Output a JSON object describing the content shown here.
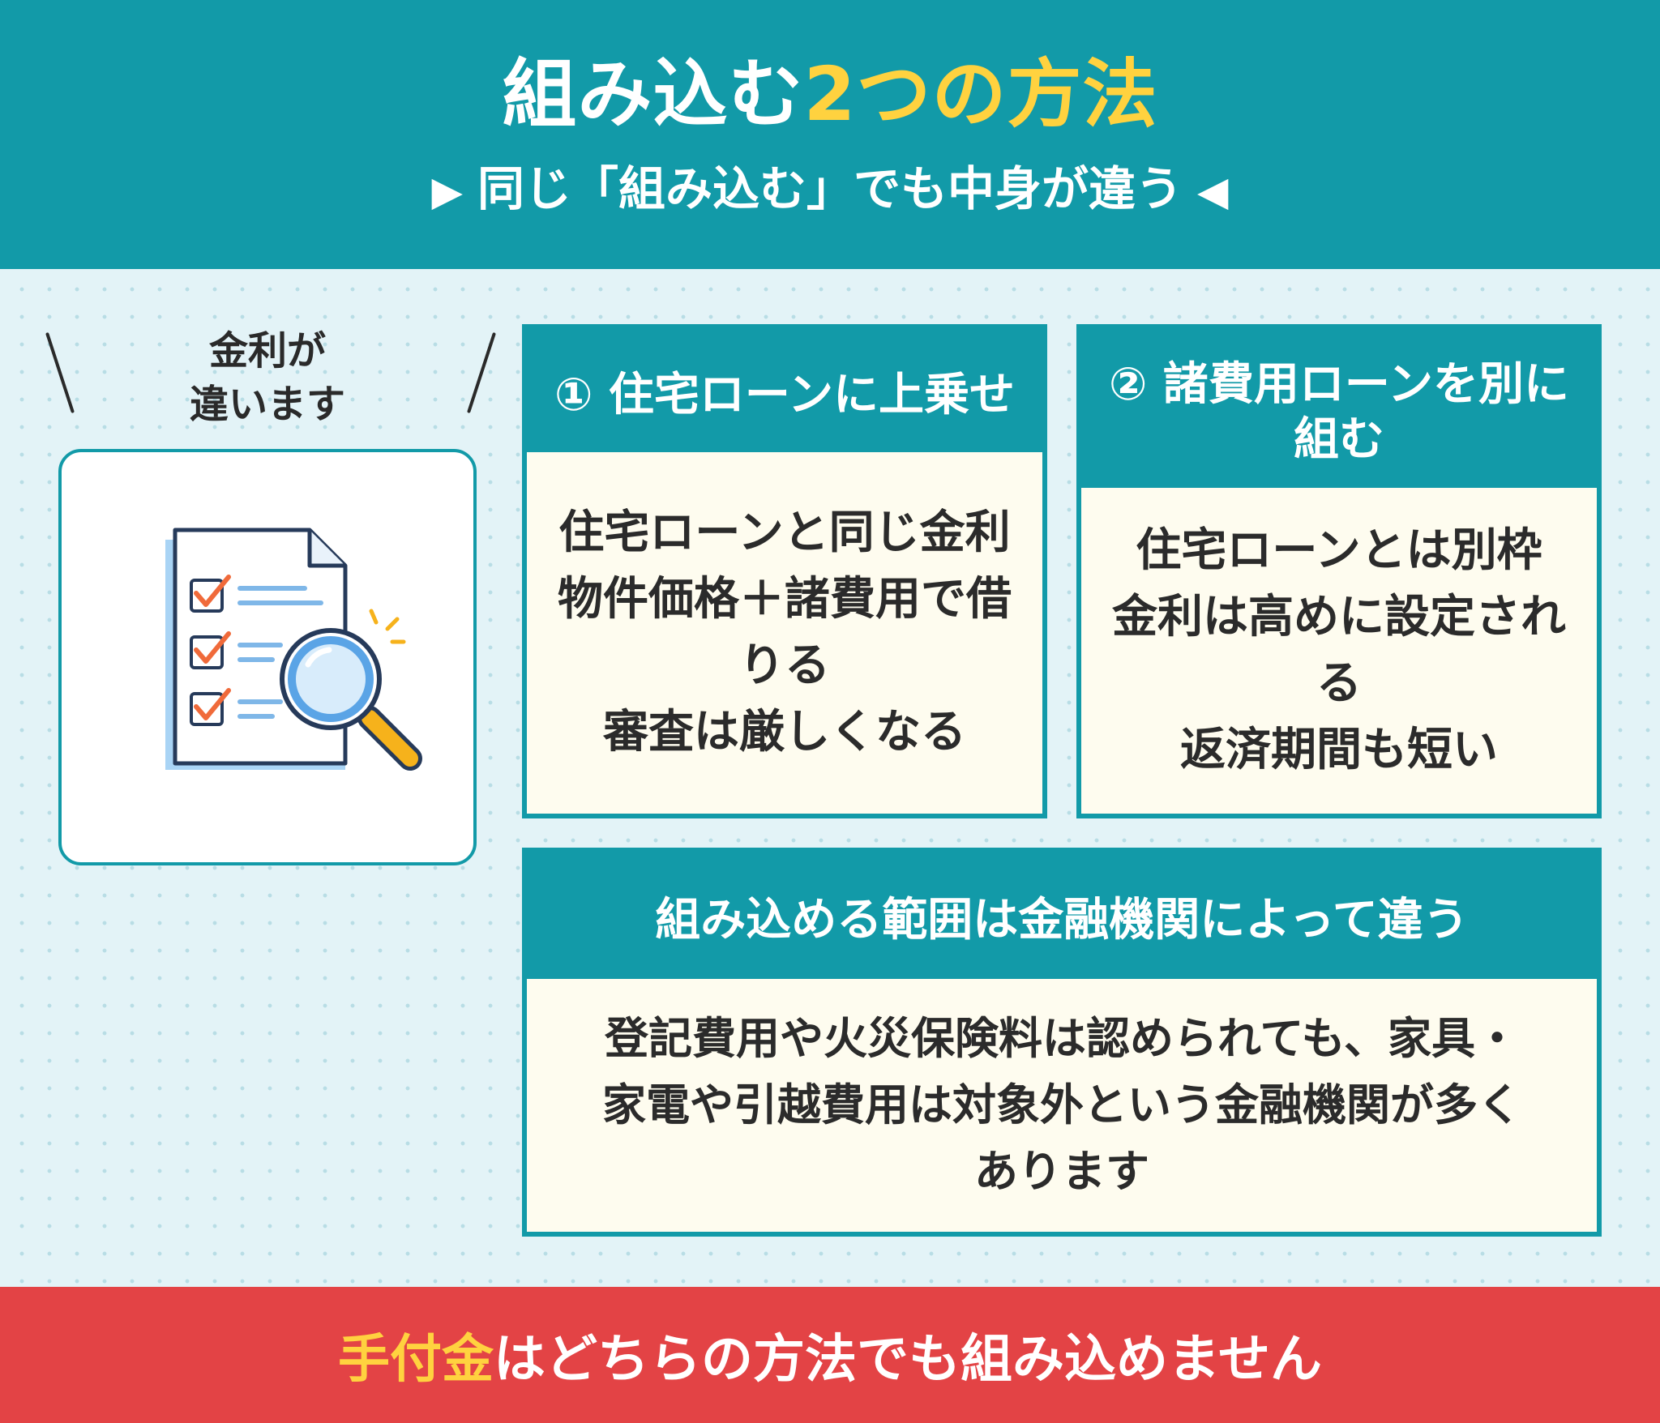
{
  "header": {
    "title_main": "組み込む",
    "title_highlight": "2つの方法",
    "subtitle_left_marker": "▶",
    "subtitle": "同じ「組み込む」でも中身が違う",
    "subtitle_right_marker": "◀"
  },
  "aside": {
    "label_line1": "金利が",
    "label_line2": "違います",
    "icon": "checklist-magnifier-icon"
  },
  "cards": [
    {
      "title": "① 住宅ローンに上乗せ",
      "lines": [
        "住宅ローンと同じ金利",
        "物件価格＋諸費用で借",
        "りる",
        "審査は厳しくなる"
      ]
    },
    {
      "title_line1": "② 諸費用ローンを別に",
      "title_line2": "組む",
      "lines": [
        "住宅ローンとは別枠",
        "金利は高めに設定され",
        "る",
        "返済期間も短い"
      ]
    },
    {
      "title": "組み込める範囲は金融機関によって違う",
      "lines": [
        "登記費用や火災保険料は認められても、家具・",
        "家電や引越費用は対象外という金融機関が多く",
        "あります"
      ]
    }
  ],
  "footer": {
    "highlight": "手付金",
    "text": "はどちらの方法でも組み込めません"
  },
  "colors": {
    "teal": "#129aa8",
    "yellow": "#ffd23f",
    "red": "#e34345",
    "cream": "#fefcef",
    "background": "#e3f3f7"
  }
}
